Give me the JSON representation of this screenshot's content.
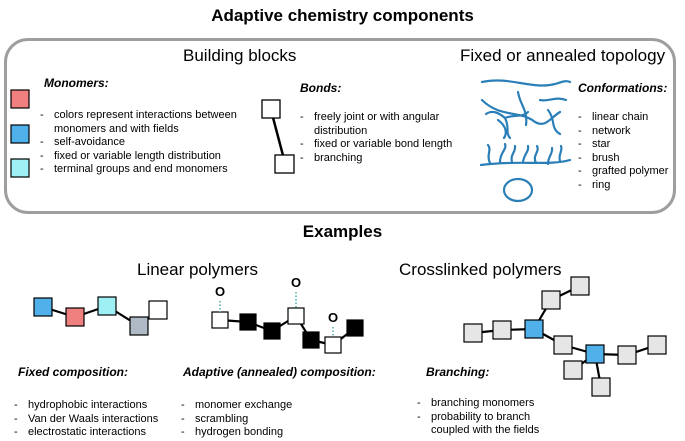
{
  "title": "Adaptive chemistry components",
  "top_panel": {
    "building_blocks_title": "Building blocks",
    "topology_title": "Fixed or annealed topology",
    "monomers": {
      "heading": "Monomers:",
      "items": [
        "colors represent interactions between",
        "monomers and with fields",
        "self-avoidance",
        "fixed or variable length distribution",
        "terminal groups and end monomers"
      ],
      "dashes": [
        true,
        false,
        true,
        true,
        true
      ],
      "swatch_colors": [
        "#f08080",
        "#4fb0ea",
        "#9ff0f5"
      ]
    },
    "bonds": {
      "heading": "Bonds:",
      "items": [
        "freely joint or with angular",
        "distribution",
        "fixed or variable bond length",
        "branching"
      ],
      "dashes": [
        true,
        false,
        true,
        true
      ]
    },
    "conformations": {
      "heading": "Conformations:",
      "items": [
        "linear chain",
        "network",
        "star",
        "brush",
        "grafted polymer",
        "ring"
      ]
    }
  },
  "examples_title": "Examples",
  "linear_title": "Linear polymers",
  "crosslinked_title": "Crosslinked polymers",
  "fixed": {
    "heading": "Fixed composition:",
    "items": [
      "hydrophobic interactions",
      "Van der Waals interactions",
      "electrostatic interactions"
    ]
  },
  "adaptive": {
    "heading": "Adaptive (annealed) composition:",
    "items": [
      "monomer exchange",
      "scrambling",
      "hydrogen bonding"
    ],
    "oxygen_label": "O"
  },
  "branching": {
    "heading": "Branching:",
    "items": [
      "branching monomers",
      "probability to branch",
      "coupled with the fields"
    ],
    "dashes": [
      true,
      true,
      false
    ]
  },
  "colors": {
    "red": "#f08080",
    "blue": "#4fb0ea",
    "cyan": "#9ff0f5",
    "gray": "#b0b9c6",
    "light_gray": "#e6e6e6",
    "black": "#000000",
    "polymer_blue": "#2b7fb8",
    "dotted_teal": "#3aa6a6",
    "panel_border": "#9e9e9e"
  }
}
